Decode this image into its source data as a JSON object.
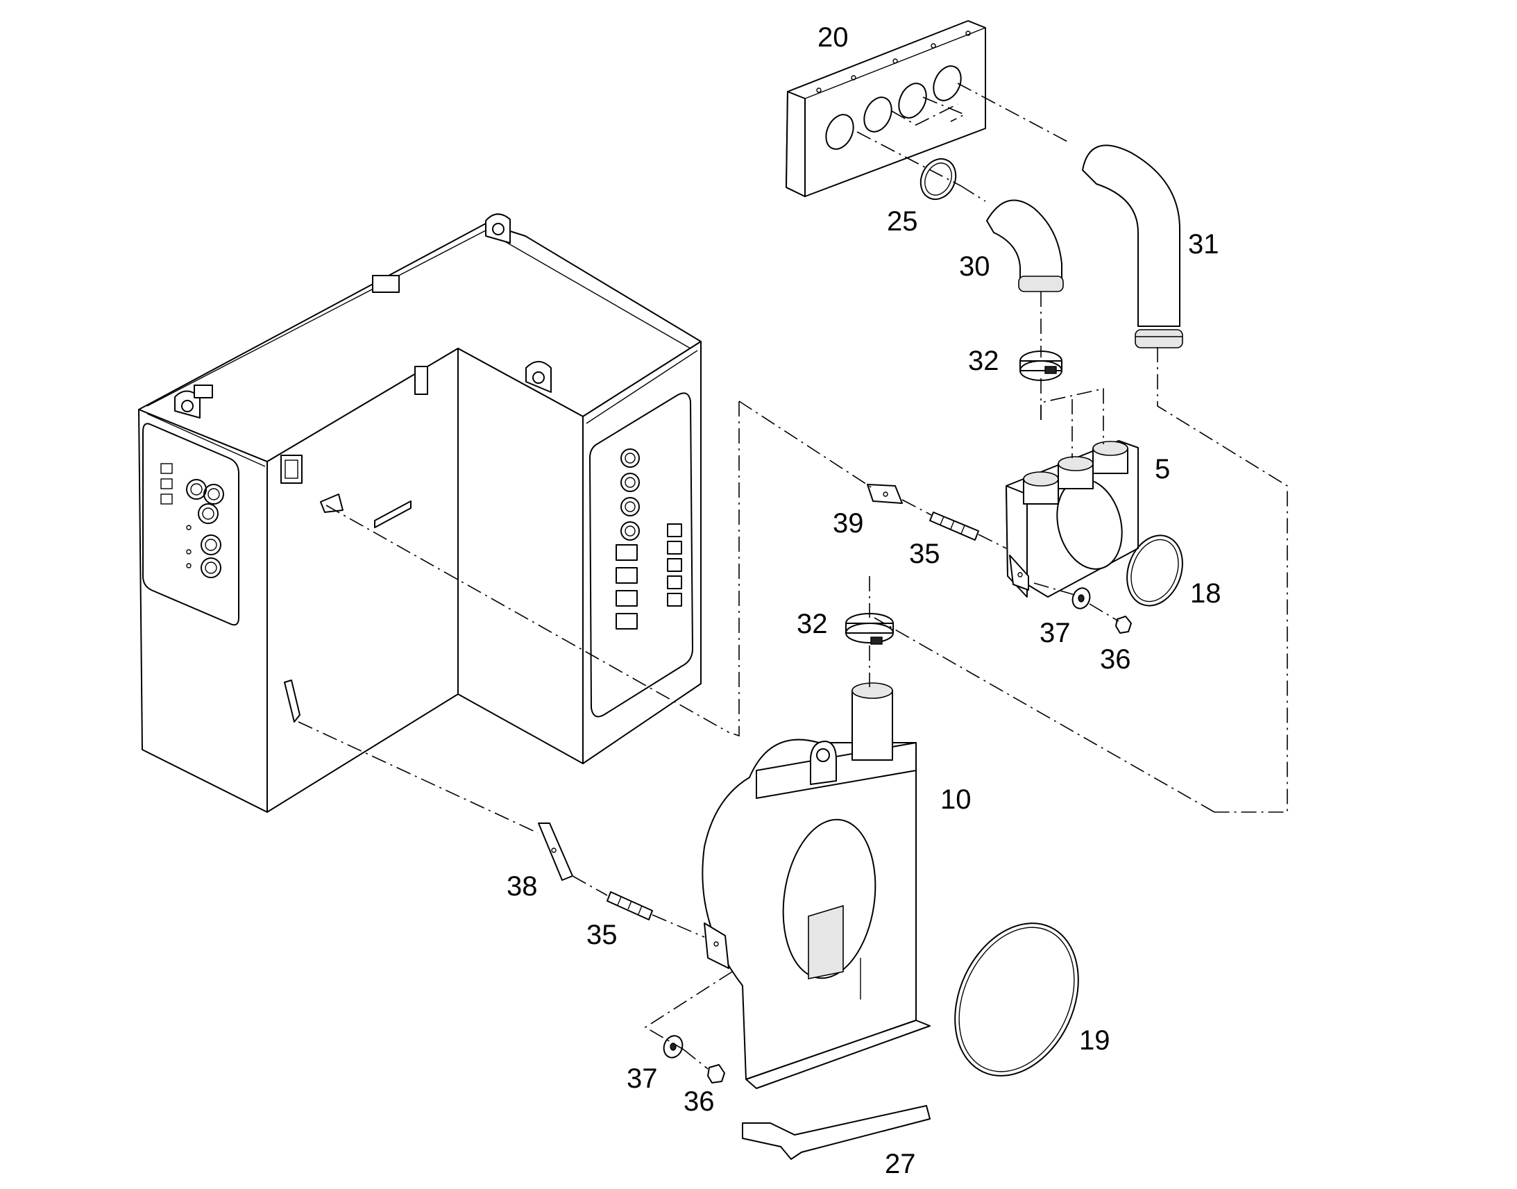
{
  "callouts": {
    "c20": "20",
    "c25": "25",
    "c30": "30",
    "c31": "31",
    "c32a": "32",
    "c5": "5",
    "c39": "39",
    "c35a": "35",
    "c18": "18",
    "c32b": "32",
    "c37a": "37",
    "c36a": "36",
    "c10": "10",
    "c38": "38",
    "c35b": "35",
    "c19": "19",
    "c37b": "37",
    "c36b": "36",
    "c27": "27"
  }
}
